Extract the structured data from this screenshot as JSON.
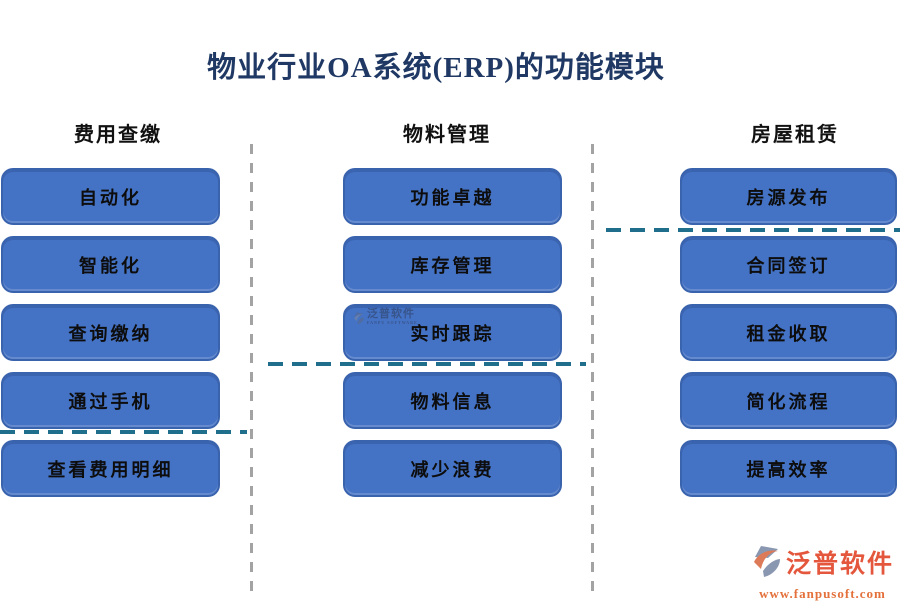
{
  "title": "物业行业OA系统(ERP)的功能模块",
  "columns": [
    {
      "header": "费用查缴",
      "items": [
        "自动化",
        "智能化",
        "查询缴纳",
        "通过手机",
        "查看费用明细"
      ]
    },
    {
      "header": "物料管理",
      "items": [
        "功能卓越",
        "库存管理",
        "实时跟踪",
        "物料信息",
        "减少浪费"
      ]
    },
    {
      "header": "房屋租赁",
      "items": [
        "房源发布",
        "合同签订",
        "租金收取",
        "简化流程",
        "提高效率"
      ]
    }
  ],
  "watermark": {
    "name": "泛普软件",
    "sub": "FANPU SOFTWARE"
  },
  "footer": {
    "brand": "泛普软件",
    "url": "www.fanpusoft.com"
  },
  "icons": {
    "watermark_logo": "fanpu-logo-icon",
    "footer_logo": "fanpu-logo-icon"
  },
  "colors": {
    "node_fill": "#4472C4",
    "node_border": "#3A63AE",
    "node_text": "#0d0d0d",
    "title_text": "#1F3864",
    "teal_dash": "#1E6E8C",
    "gray_dash": "#A3A3A3",
    "brand_red": "#E4573D",
    "url_orange": "#E4713B",
    "logo_gray_blue": "#8A97B0",
    "logo_orange": "#DD7A58"
  }
}
